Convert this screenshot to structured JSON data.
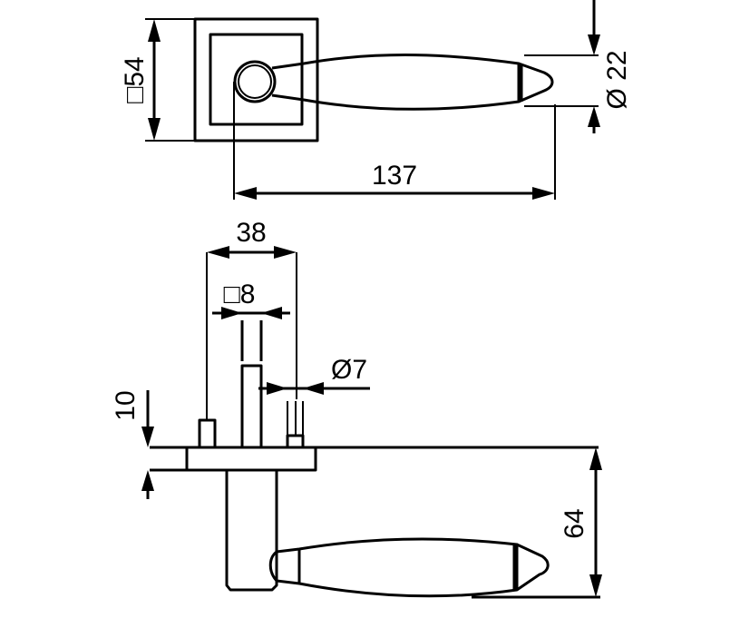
{
  "top_view": {
    "rose_size_label": "□54",
    "lever_length_label": "137",
    "lever_diameter_label": "Ø 22"
  },
  "side_view": {
    "rose_depth_label": "38",
    "spindle_label": "□8",
    "pin_label": "Ø7",
    "rose_thickness_label": "10",
    "lever_offset_label": "64"
  },
  "colors": {
    "line": "#000000",
    "background": "#ffffff"
  }
}
